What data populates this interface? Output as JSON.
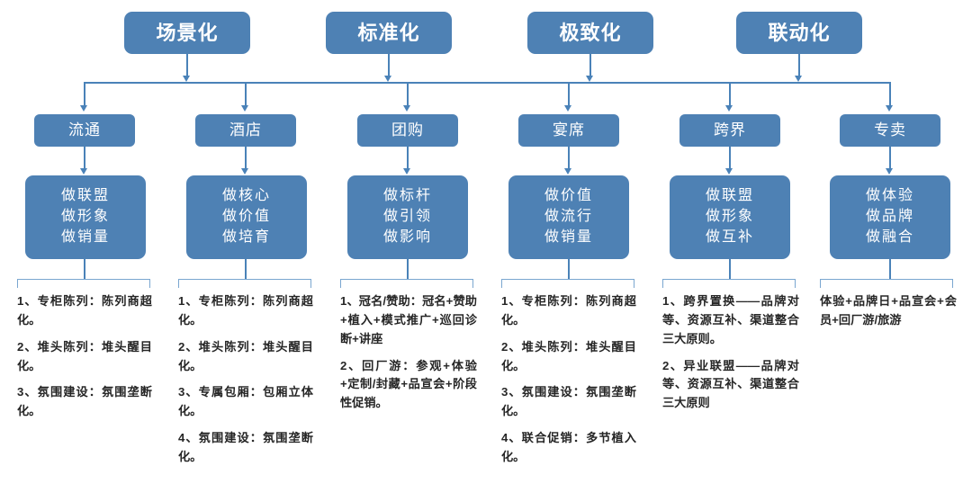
{
  "diagram": {
    "title_row": [
      {
        "label": "场景化"
      },
      {
        "label": "标准化"
      },
      {
        "label": "极致化"
      },
      {
        "label": "联动化"
      }
    ],
    "channel_row": [
      {
        "label": "流通"
      },
      {
        "label": "酒店"
      },
      {
        "label": "团购"
      },
      {
        "label": "宴席"
      },
      {
        "label": "跨界"
      },
      {
        "label": "专卖"
      }
    ],
    "goal_row": [
      {
        "label": "做联盟\n做形象\n做销量"
      },
      {
        "label": "做核心\n做价值\n做培育"
      },
      {
        "label": "做标杆\n做引领\n做影响"
      },
      {
        "label": "做价值\n做流行\n做销量"
      },
      {
        "label": "做联盟\n做形象\n做互补"
      },
      {
        "label": "做体验\n做品牌\n做融合"
      }
    ],
    "detail_columns": [
      {
        "items": [
          "1、专柜陈列：陈列商超化。",
          "2、堆头陈列：堆头醒目化。",
          "3、氛围建设：氛围垄断化。"
        ]
      },
      {
        "items": [
          "1、专柜陈列：陈列商超化。",
          "2、堆头陈列：堆头醒目化。",
          "3、专属包厢：包厢立体化。",
          "4、氛围建设：氛围垄断化。"
        ]
      },
      {
        "items": [
          "1、冠名/赞助：冠名+赞助+植入+模式推广+巡回诊断+讲座",
          "2、回厂游：参观+体验+定制/封藏+品宣会+阶段性促销。"
        ]
      },
      {
        "items": [
          "1、专柜陈列：陈列商超化。",
          "2、堆头陈列：堆头醒目化。",
          "3、氛围建设：氛围垄断化。",
          "4、联合促销：多节植入化。"
        ]
      },
      {
        "items": [
          "1、跨界置换——品牌对等、资源互补、渠道整合三大原则。",
          "2、异业联盟——品牌对等、资源互补、渠道整合三大原则"
        ]
      },
      {
        "items": [
          "体验+品牌日+品宣会+会员+回厂游/旅游"
        ]
      }
    ],
    "colors": {
      "box_fill": "#4e81b4",
      "connector": "#4a82b8",
      "bracket": "#7aa6d0",
      "box_text": "#ffffff",
      "detail_text": "#262626",
      "background": "#ffffff"
    }
  }
}
